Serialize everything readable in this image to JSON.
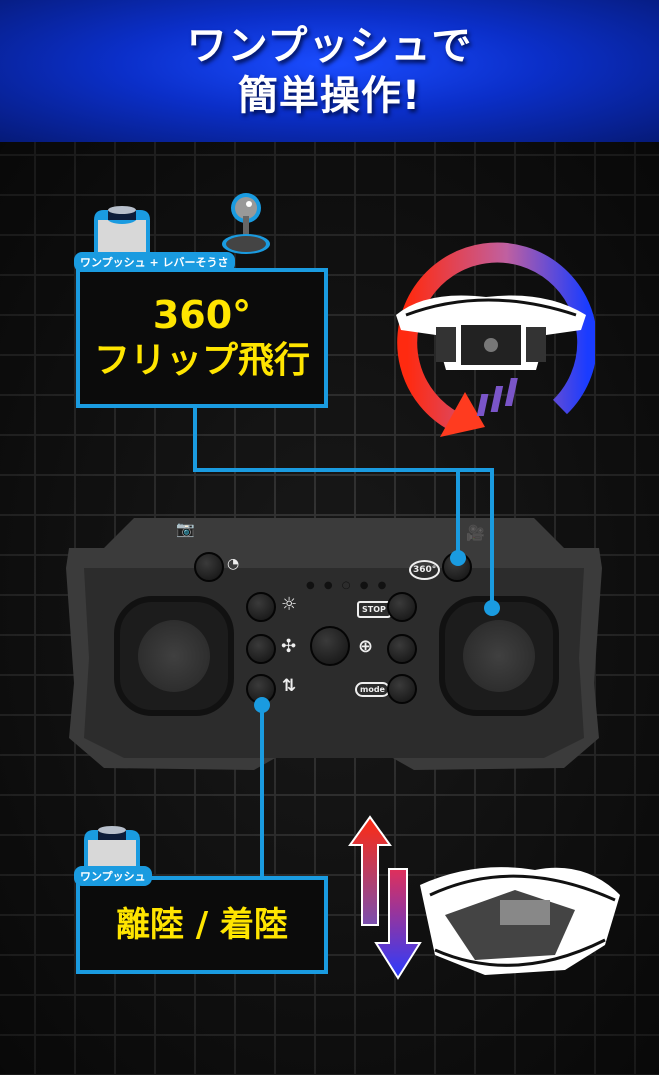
{
  "header": {
    "line1": "ワンプッシュで",
    "line2": "簡単操作!",
    "bg_color": "#0b2fc9"
  },
  "feature_flip": {
    "tag": "ワンプッシュ + レバーそうさ",
    "title_line1": "360°",
    "title_line2": "フリップ飛行",
    "icons": [
      "push-button-icon",
      "joystick-lever-icon"
    ]
  },
  "feature_takeoff": {
    "tag": "ワンプッシュ",
    "title": "離陸 / 着陸",
    "icons": [
      "push-button-icon"
    ]
  },
  "controller": {
    "labels": {
      "camera": "📷",
      "video": "🎥",
      "speed": "◔",
      "light": "☼",
      "move": "✣",
      "takeoff_land": "⇅",
      "stop": "STOP",
      "flip": "360°",
      "calibrate": "⊕",
      "mode": "mode"
    }
  },
  "colors": {
    "accent_blue": "#1a9be0",
    "title_yellow": "#ffe500",
    "arrow_red": "#ff3b1f",
    "arrow_blue": "#2a3cff"
  }
}
